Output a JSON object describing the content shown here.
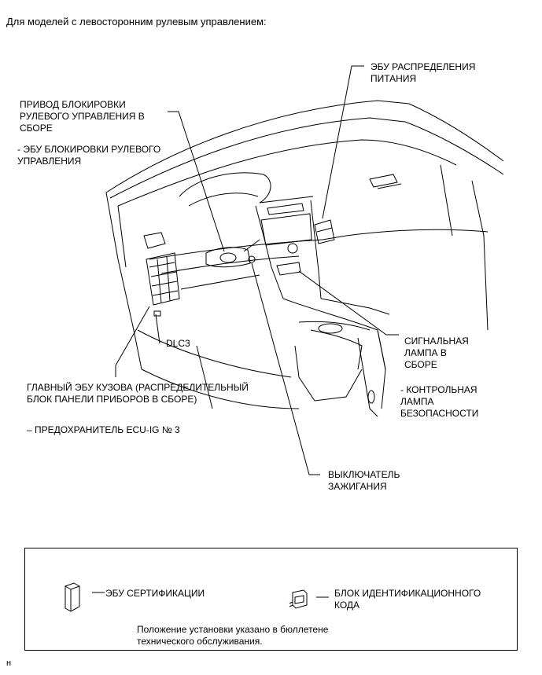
{
  "header": "Для моделей с левосторонним рулевым управлением:",
  "labels": {
    "power_ecu": "ЭБУ РАСПРЕДЕЛЕНИЯ\nПИТАНИЯ",
    "steering_lock": "ПРИВОД БЛОКИРОВКИ\nРУЛЕВОГО УПРАВЛЕНИЯ В\nСБОРЕ",
    "steering_lock_sub": "- ЭБУ БЛОКИРОВКИ РУЛЕВОГО\nУПРАВЛЕНИЯ",
    "dlc3": "DLC3",
    "main_body_ecu": "ГЛАВНЫЙ ЭБУ КУЗОВА (РАСПРЕДЕЛИТЕЛЬНЫЙ\nБЛОК ПАНЕЛИ ПРИБОРОВ В СБОРЕ)",
    "main_body_ecu_sub": "– ПРЕДОХРАНИТЕЛЬ ECU-IG № 3",
    "signal_lamp": "СИГНАЛЬНАЯ\nЛАМПА В\nСБОРЕ",
    "signal_lamp_sub": "- КОНТРОЛЬНАЯ\nЛАМПА\nБЕЗОПАСНОСТИ",
    "ignition_switch": "ВЫКЛЮЧАТЕЛЬ\nЗАЖИГАНИЯ"
  },
  "note": {
    "cert_ecu": "ЭБУ СЕРТИФИКАЦИИ",
    "id_code_box": "БЛОК ИДЕНТИФИКАЦИОННОГО\nКОДА",
    "install_note": "Положение установки указано в бюллетене\nтехнического обслуживания."
  },
  "footer": "н"
}
